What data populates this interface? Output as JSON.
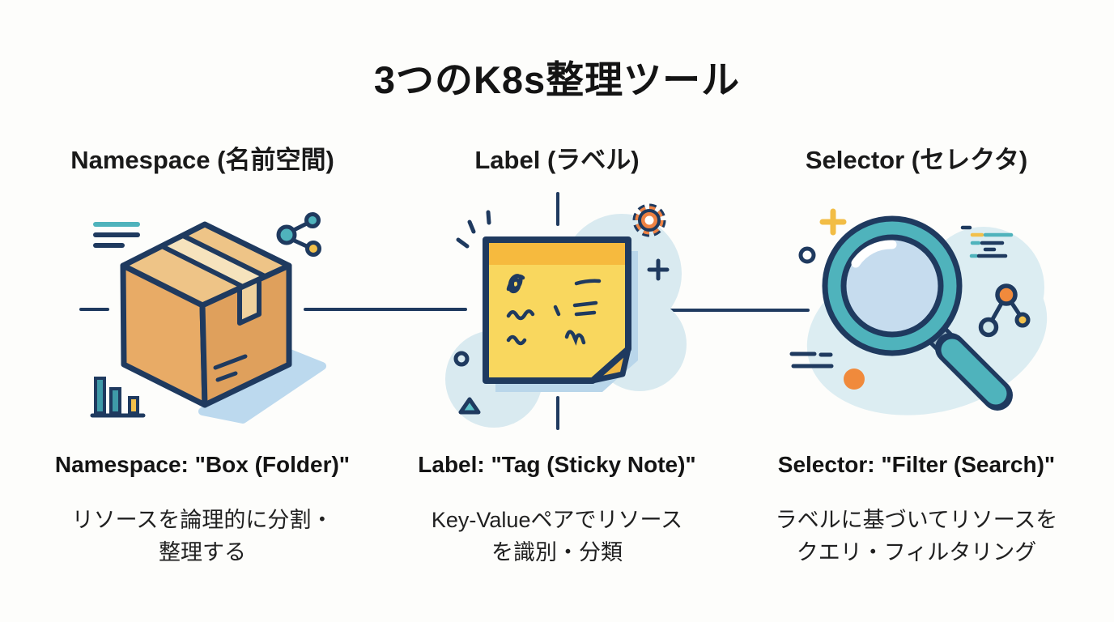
{
  "title": "3つのK8s整理ツール",
  "columns": [
    {
      "header": "Namespace (名前空間)",
      "illustration": "cardboard-box",
      "caption": "Namespace: \"Box (Folder)\"",
      "description_lines": [
        "リソースを論理的に分割・",
        "整理する"
      ]
    },
    {
      "header": "Label (ラベル)",
      "illustration": "sticky-note",
      "caption": "Label: \"Tag (Sticky Note)\"",
      "description_lines": [
        "Key-Valueペアでリソース",
        "を識別・分類"
      ]
    },
    {
      "header": "Selector (セレクタ)",
      "illustration": "magnifying-glass",
      "caption": "Selector: \"Filter (Search)\"",
      "description_lines": [
        "ラベルに基づいてリソースを",
        "クエリ・フィルタリング"
      ]
    }
  ],
  "colors": {
    "background": "#fdfdfb",
    "text": "#141414",
    "navy_outline": "#1f3a5f",
    "teal": "#4fb3bc",
    "yellow": "#f2c04b",
    "orange": "#ef8243",
    "box_tan": "#e8ab66",
    "box_top": "#eec487",
    "note_yellow": "#f9d75e",
    "note_strip": "#f6ba3e",
    "blob_blue": "#d9eaf0",
    "shadow_blue": "#b9d6ea"
  }
}
